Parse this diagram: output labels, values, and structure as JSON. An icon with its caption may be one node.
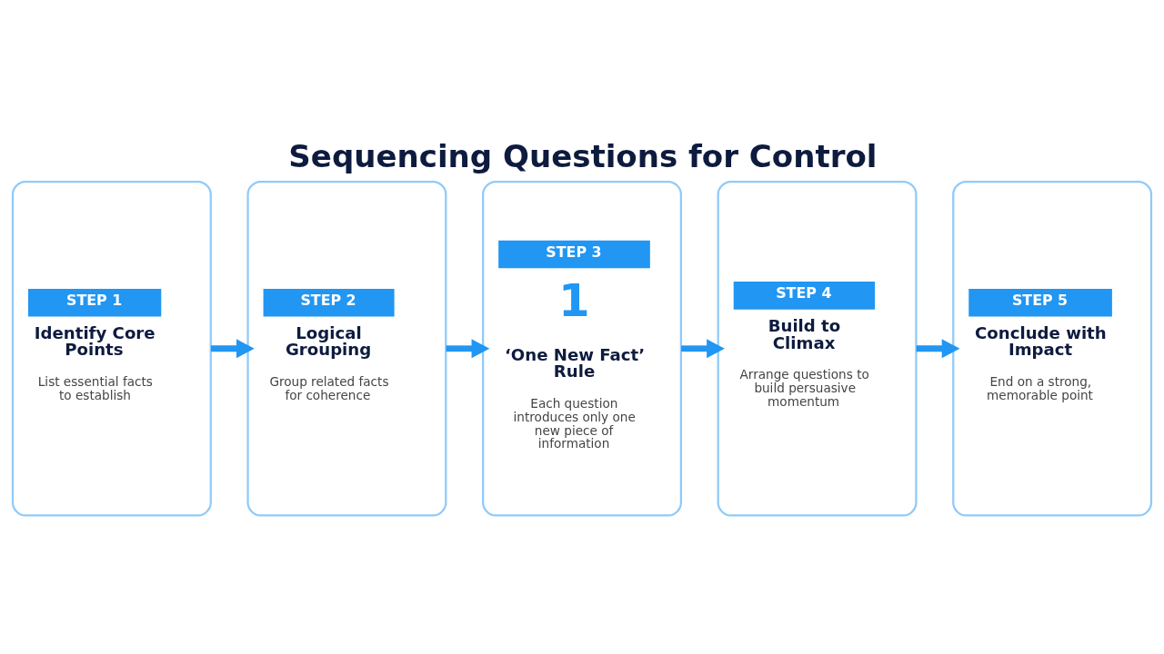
{
  "diagram": {
    "title": "Sequencing Questions for Control",
    "nodes": [
      {
        "text": [
          "STEP 1",
          "Identify Core Points",
          "List essential facts to establish"
        ]
      },
      {
        "text": [
          "STEP 2",
          "Logical Grouping",
          "Group related facts for coherence"
        ]
      },
      {
        "text": [
          "STEP 3",
          "1",
          "‘One New Fact’ Rule",
          "Each question introduces only one new piece of information"
        ]
      },
      {
        "text": [
          "STEP 4",
          "Build to Climax",
          "Arrange questions to build persuasive momentum"
        ]
      },
      {
        "text": [
          "STEP 5",
          "Conclude with Impact",
          "End on a strong, memorable point"
        ]
      }
    ],
    "edges": [
      {
        "from": 0,
        "to": 1,
        "arrow": "to"
      },
      {
        "from": 1,
        "to": 2,
        "arrow": "to"
      },
      {
        "from": 2,
        "to": 3,
        "arrow": "to"
      },
      {
        "from": 3,
        "to": 4,
        "arrow": "to"
      }
    ]
  }
}
